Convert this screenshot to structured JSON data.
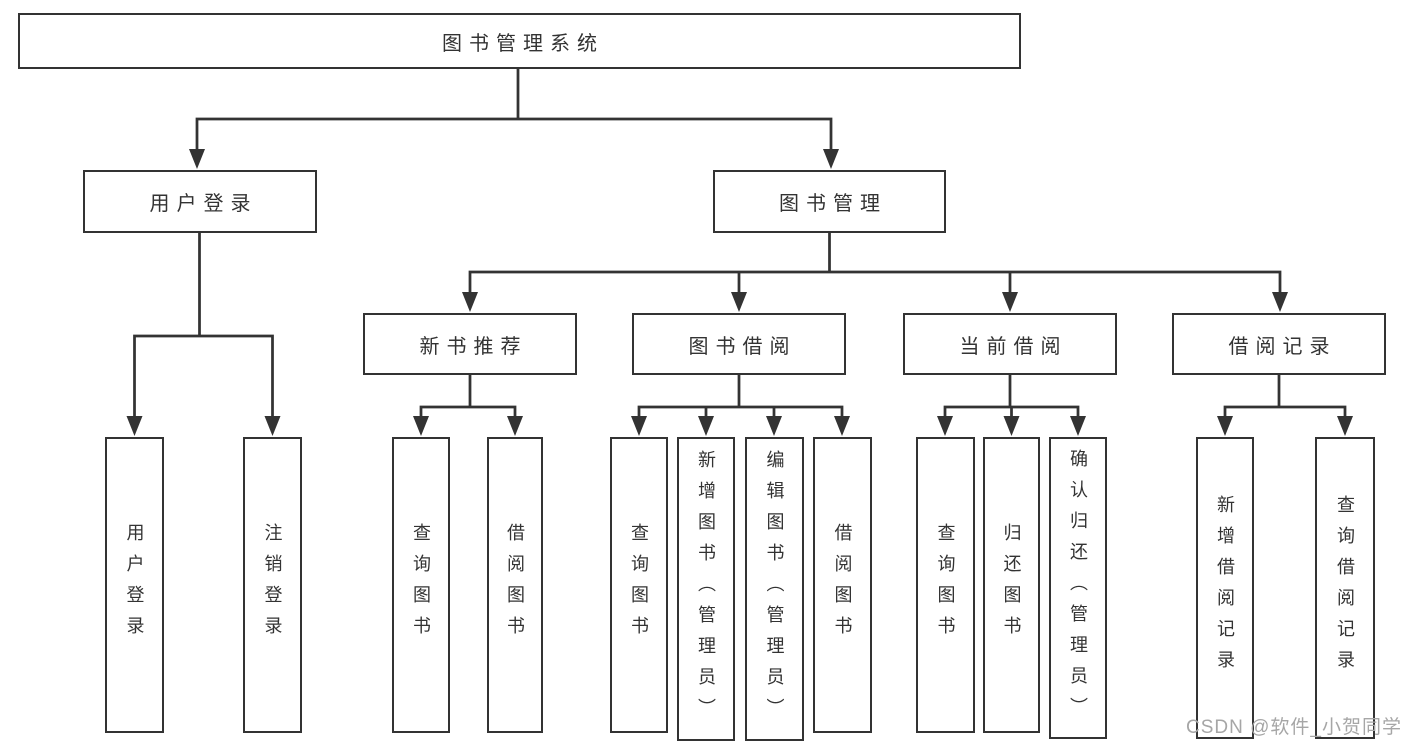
{
  "diagram": {
    "title": "图书管理系统",
    "level2": {
      "user_login": "用户登录",
      "book_management": "图书管理"
    },
    "level3": {
      "new_book_recommend": "新书推荐",
      "book_borrow": "图书借阅",
      "current_borrow": "当前借阅",
      "borrow_records": "借阅记录"
    },
    "leaves": {
      "user_login": "用户登录",
      "logout": "注销登录",
      "nb_query_books": "查询图书",
      "nb_borrow_books": "借阅图书",
      "bb_query_books": "查询图书",
      "bb_add_books_admin": "新增图书（管理员）",
      "bb_edit_books_admin": "编辑图书（管理员）",
      "bb_borrow_books": "借阅图书",
      "cb_query_books": "查询图书",
      "cb_return_books": "归还图书",
      "cb_confirm_return_admin": "确认归还（管理员）",
      "br_add_record": "新增借阅记录",
      "br_query_record": "查询借阅记录"
    },
    "edges": [
      {
        "parent": "图书管理系统",
        "children": [
          "用户登录",
          "图书管理"
        ]
      },
      {
        "parent": "用户登录",
        "children": [
          "用户登录",
          "注销登录"
        ]
      },
      {
        "parent": "图书管理",
        "children": [
          "新书推荐",
          "图书借阅",
          "当前借阅",
          "借阅记录"
        ]
      },
      {
        "parent": "新书推荐",
        "children": [
          "查询图书",
          "借阅图书"
        ]
      },
      {
        "parent": "图书借阅",
        "children": [
          "查询图书",
          "新增图书（管理员）",
          "编辑图书（管理员）",
          "借阅图书"
        ]
      },
      {
        "parent": "当前借阅",
        "children": [
          "查询图书",
          "归还图书",
          "确认归还（管理员）"
        ]
      },
      {
        "parent": "借阅记录",
        "children": [
          "新增借阅记录",
          "查询借阅记录"
        ]
      }
    ],
    "watermark": "CSDN @软件_小贺同学",
    "colors": {
      "line": "#333333",
      "text": "#333333",
      "watermark": "#a6a6a6",
      "background": "#ffffff"
    }
  }
}
